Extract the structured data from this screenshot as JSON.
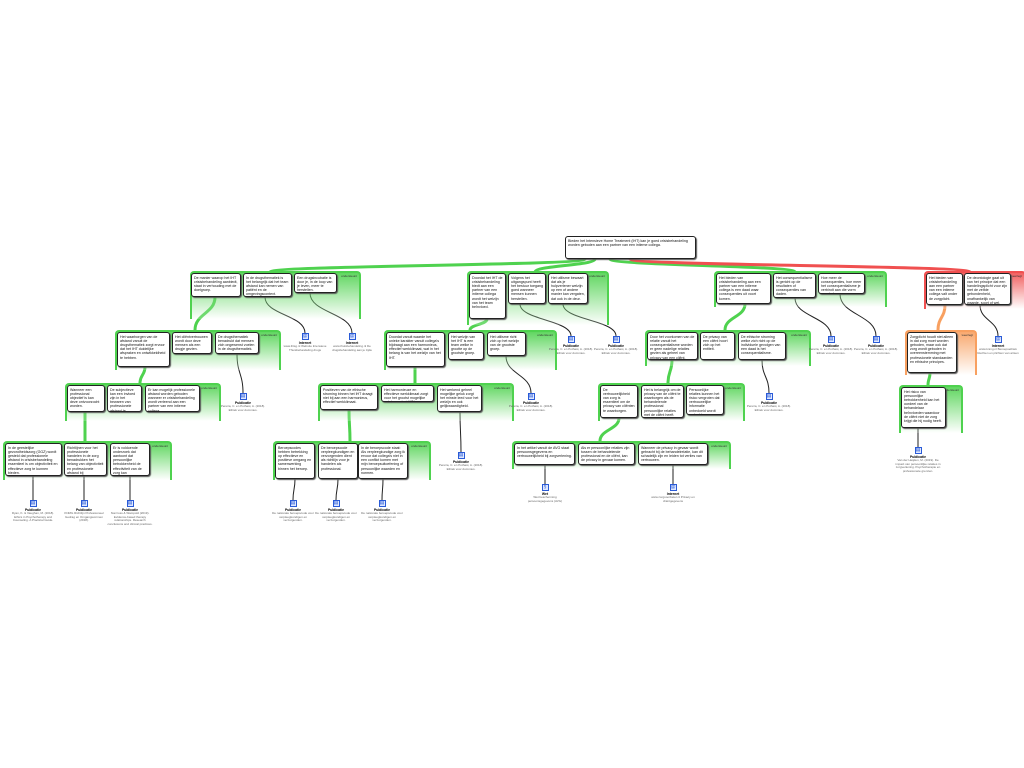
{
  "colors": {
    "support": "#4fd24f",
    "object": "#f05050",
    "rebut": "#f8a060",
    "source_icon": "#2a5bd7"
  },
  "root": "Bieden het Intensieve Home Treatment (IHT) kan je goed crisisbehandeling worden geboden aan een partner van een intieme collega.",
  "groups": [
    {
      "label": "ondersteunt",
      "claims": [
        "De manier waarop het IHT crisisbehandeling aanbiedt, staat in verhouding met de doelgroep.",
        "In de drugsthematiek is het belangrijk dat het team afstand kan nemen van patiënt en de omgevingscontext.",
        "Een drugsincubatie is door je, in de loop van je leven, meer te herstellen."
      ]
    },
    {
      "label": "ondersteunt",
      "claims": [
        "Doordat het IHT de crisisbehandeling biedt aan een partner van een intieme collega wordt het welzijn van het team beïnvloed.",
        "Volgens het uitgangspunt heeft het bestuur toegang goed wanneer mensen kunnen herstellen.",
        "Het utilisme bewaart dat als je hulpverlener welzijn op een of andere manier kan vergaten, dat ook in de deur."
      ]
    },
    {
      "label": "ondersteunt",
      "claims": [
        "Het bieden van crisisbehandeling aan een partner van een intieme collega is een daad waar consequenties uit voort komen.",
        "Het consequentialisme is gericht op de resultaten of consequenties van daden.",
        "Hoe meer de consequenties, hoe meer het consequentialisme je verbindt aan die vorm van daden."
      ]
    },
    {
      "label": "weerlegt",
      "claims": [
        "Het bieden van crisisbehandeling aan een partner van een intieme collega valt onder de zorgplicht.",
        "De deontologie gaat uit van het principe dat een handelingsplicht voor zijn met de zelfde gebondenheid, onafhankelijk van waarde, soort of wel."
      ]
    },
    {
      "label": "ondersteunt",
      "claims": [
        "Het waarborgen van de afstand vanuit de drugsthematiek zorgt ervoor dat het IHT duidelijke afspraken en ontwikkeldheid te hebben.",
        "Het cliëntvertrouwen wordt door deze mensen als een drugje gezien.",
        "De drugsthematiek benadrukt dat mensen zich ongewenst voelen in de drugsthematiek."
      ]
    },
    {
      "label": "ondersteunt",
      "claims": [
        "Doordat vanuit waarde het unieke karakter vanuit collega's bijdraagt aan een harmonieus, effectief werkklimaat, wat in het belang is van het welzijn van het IHT.",
        "Het welzijn van het IHT is een team welke in grootte op de grootste groep.",
        "Het utilisme richt zich op het welzijn van de grootste groep."
      ]
    },
    {
      "label": "ondersteunt",
      "claims": [
        "Door het voorkomen van de relatie vanuit het consequentialisme worden er geen nadelige relaties gezien als geheel van privacy van een cliënt.",
        "De privacy van een cliënt hoort zich op het entiteit.",
        "De ethische stroming welke zich richt op de individuele gevolgen van een daad is het consequentialisme."
      ]
    },
    {
      "label": "weerlegt",
      "claims": [
        "Zorgplicht houdt niet alleen in dat zorg moet worden geboden, maar ook dat zorg wordt geboden in overeenstemming met professionele standaarden en ethische principes."
      ]
    },
    {
      "label": "ondersteunt",
      "claims": [
        "Wanneer een professional objectief is kan deze ontvoorzocht worden.",
        "De subjectieve kan een invloed zijn in het bewaren van professionele afstand te bewaren.",
        "Er kan mogelijk professionele afstand worden geboden wanneer er crisisbehandeling wordt verleend aan een partner van een intieme collega."
      ]
    },
    {
      "label": "ondersteunt",
      "claims": [
        "Positieven van de ethische stroming binnen het IHT draagt niet bij aan een harmonieus, effectief werkklimaat.",
        "Het harmonieuze en effectieve werkklimaat zorgt voor het grootst mogelijke geluk voor het IHT team.",
        "Het werkend geheel mogelijke geluk zorgt het minste leed voor het welzijn en ook gelijkwaardigheid."
      ]
    },
    {
      "label": "ondersteunt",
      "claims": [
        "De vertrouwelijkheid van zorg is essentieel om de privacy van cliënten te waarborgen.",
        "Het is belangrijk om de privacy van de cliënt te waarborgen als de behandelende professional persoonlijke relaties met de cliënt heeft.",
        "Persoonlijke relaties kunnen het risico vergroten dat vertrouwelijke informatie onbedoeld wordt gedeeld."
      ]
    },
    {
      "label": "ondersteunt",
      "claims": [
        "Het risico van persoonlijke betrokkenheid kan het oordeel van de behandelaar beïnvloeden waardoor de cliënt niet de zorg krijgt die hij nodig heeft."
      ]
    },
    {
      "label": "ondersteunt",
      "claims": [
        "In de geestelijke gezondheidszorg (GGZ) wordt gesteld dat professionele afstand in crisisbehandeling essentieel is om objectiviteit en effectieve zorg te kunnen bieden.",
        "Richtlijnen voor het professionele handelen in de zorg benadrukken het belang van objectiviteit en professionele afstand bij crisisbehandeling.",
        "Er is voldoende onderzoek dat aantoont dat persoonlijke betrokkenheid de effectiviteit van de zorg kan verminderen."
      ]
    },
    {
      "label": "ondersteunt",
      "claims": [
        "Beroepscodes hebben betrekking op effectieve en positieve omgang en samenwerking binnen het beroep.",
        "De beroepscode verpleegkundigen en verzorgenden dient als richtlijn voor je handelen als professional.",
        "In de beroepscode staat: Als verpleegkundige zorg ik ervoor dat collega's niet in een conflict komen met mijn beroepsuitoefening of persoonlijke waarden en normen."
      ]
    },
    {
      "label": "ondersteunt",
      "claims": [
        "In het artikel vanuit de AVG staat persoonsgegevens en vertrouwelijkheid bij zorgverlening.",
        "Als er persoonlijke relaties zijn tussen de behandelende professional en de cliënt, kan de privacy in gevaar komen.",
        "Wanneer de privacy in gevaar wordt gebracht bij de behandelrelatie, kan dit schadelijk zijn en leiden tot verlies van vertrouwen."
      ]
    }
  ],
  "sources": [
    {
      "type": "Internet",
      "ref": "www.ihtsg.nl Website Intensieve Thuisbehandeling drugs"
    },
    {
      "type": "Internet",
      "ref": "www.thuisbehandeling.nl De drugsbehandeling aan je zijde"
    },
    {
      "type": "Publicatie",
      "ref": "Pereira, C. en Pothast, A. (2018). Ethiek voor dummies."
    },
    {
      "type": "Publicatie",
      "ref": "Pereira, C. en Pothast, A. (2018). Ethiek voor dummies."
    },
    {
      "type": "Publicatie",
      "ref": "Pereira, C. en Pothast, A. (2018). Ethiek voor dummies."
    },
    {
      "type": "Publicatie",
      "ref": "Pereira, C. en Pothast, A. (2018). Ethiek voor dummies."
    },
    {
      "type": "Internet",
      "ref": "www.knmg.nl Beroepsethiek Rechten en plichten van artsen"
    },
    {
      "type": "Publicatie",
      "ref": "Pereira, C. en Pothast, A. (2018). Ethiek voor dummies."
    },
    {
      "type": "Publicatie",
      "ref": "Pereira, C. en Pothast, A. (2018). Ethiek voor dummies."
    },
    {
      "type": "Publicatie",
      "ref": "Pereira, C. en Pothast, A. (2018). Ethiek voor dummies."
    },
    {
      "type": "Publicatie",
      "ref": "Pereira, C. en Pothast, A. (2018). Ethiek voor dummies."
    },
    {
      "type": "Publicatie",
      "ref": "Van der Heijden, M. (2019). De impact van persoonlijke relaties in zorgverlening. Psychotherapie en professionele grenzen."
    },
    {
      "type": "Publicatie",
      "ref": "Ryan, K. & Vaughan, M. (2018). Ethics in Psychotherapy and Counseling. A Practical Guide."
    },
    {
      "type": "Publicatie",
      "ref": "KNMG Richtlijn Professioneel Gedrag en Omgangsvormen (2018)."
    },
    {
      "type": "Publicatie",
      "ref": "Norcross & Wampold (2019). Evidence-based therapy relationships. Research conclusions and clinical practices."
    },
    {
      "type": "Publicatie",
      "ref": "De nationale beroepscode voor verpleegkundigen en verzorgenden."
    },
    {
      "type": "Publicatie",
      "ref": "De nationale beroepscode voor verpleegkundigen en verzorgenden."
    },
    {
      "type": "Publicatie",
      "ref": "De nationale beroepscode voor verpleegkundigen en verzorgenden."
    },
    {
      "type": "Wet",
      "ref": "Wet bescherming persoonsgegevens (AVG)"
    },
    {
      "type": "Internet",
      "ref": "www.zorgvoorbeter.nl Privacy en cliëntgegevens"
    }
  ]
}
